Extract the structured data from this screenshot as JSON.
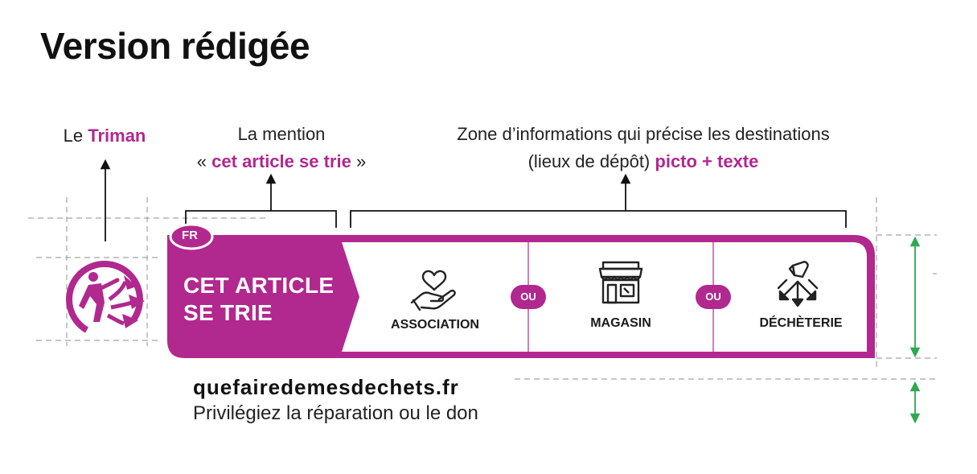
{
  "title": "Version rédigée",
  "annotations": {
    "triman_prefix": "Le",
    "triman_highlight": "Triman",
    "mention_line1": "La mention",
    "mention_open": "«",
    "mention_highlight": "cet article se trie",
    "mention_close": "»",
    "zone_line1": "Zone d’informations qui précise les destinations",
    "zone_line2_prefix": "(lieux de dépôt)",
    "zone_line2_highlight": "picto + texte"
  },
  "label": {
    "country_badge": "FR",
    "mention_line1": "CET ARTICLE",
    "mention_line2": "SE TRIE",
    "destinations": [
      {
        "label": "ASSOCIATION",
        "icon": "hand-heart-icon"
      },
      {
        "label": "MAGASIN",
        "icon": "shop-icon"
      },
      {
        "label": "DÉCHÈTERIE",
        "icon": "recycling-center-icon"
      }
    ],
    "separator": "OU",
    "website": "quefairedemesdechets.fr",
    "tagline": "Privilégiez la réparation ou le don"
  },
  "colors": {
    "accent": "#b1288f",
    "guide_gray": "#9a9a9a",
    "dimension_green": "#2fa84f"
  }
}
